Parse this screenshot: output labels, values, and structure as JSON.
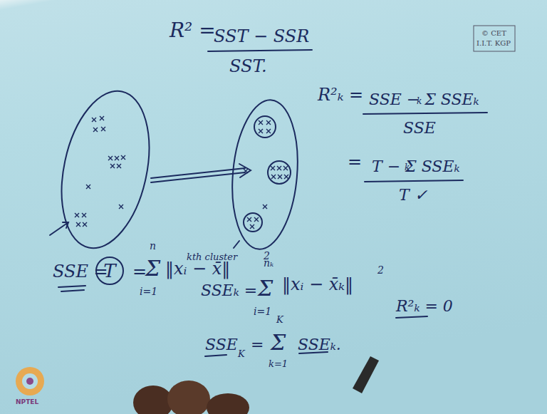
{
  "diagram": {
    "nodes": [
      {
        "text": [
          "T"
        ]
      }
    ],
    "labels": [
      "R² =",
      "SST − SSR",
      "SST.",
      "© CET",
      "I.I.T. KGP",
      "R²ₖ =",
      "SSE − Σ SSEₖ",
      "k",
      "SSE",
      "=",
      "T − Σ SSEₖ",
      "k",
      "T ✓",
      "SSE =",
      "=",
      "Σ",
      "n",
      "i=1",
      "‖xᵢ − x̄‖",
      "2",
      "kth cluster",
      "SSEₖ =",
      "Σ",
      "nₖ",
      "i=1",
      "‖xᵢ − x̄ₖ‖",
      "2",
      "R²ₖ = 0",
      "SSE",
      "K",
      "=",
      "Σ",
      "K",
      "k=1",
      "SSEₖ.",
      "NPTEL"
    ]
  }
}
